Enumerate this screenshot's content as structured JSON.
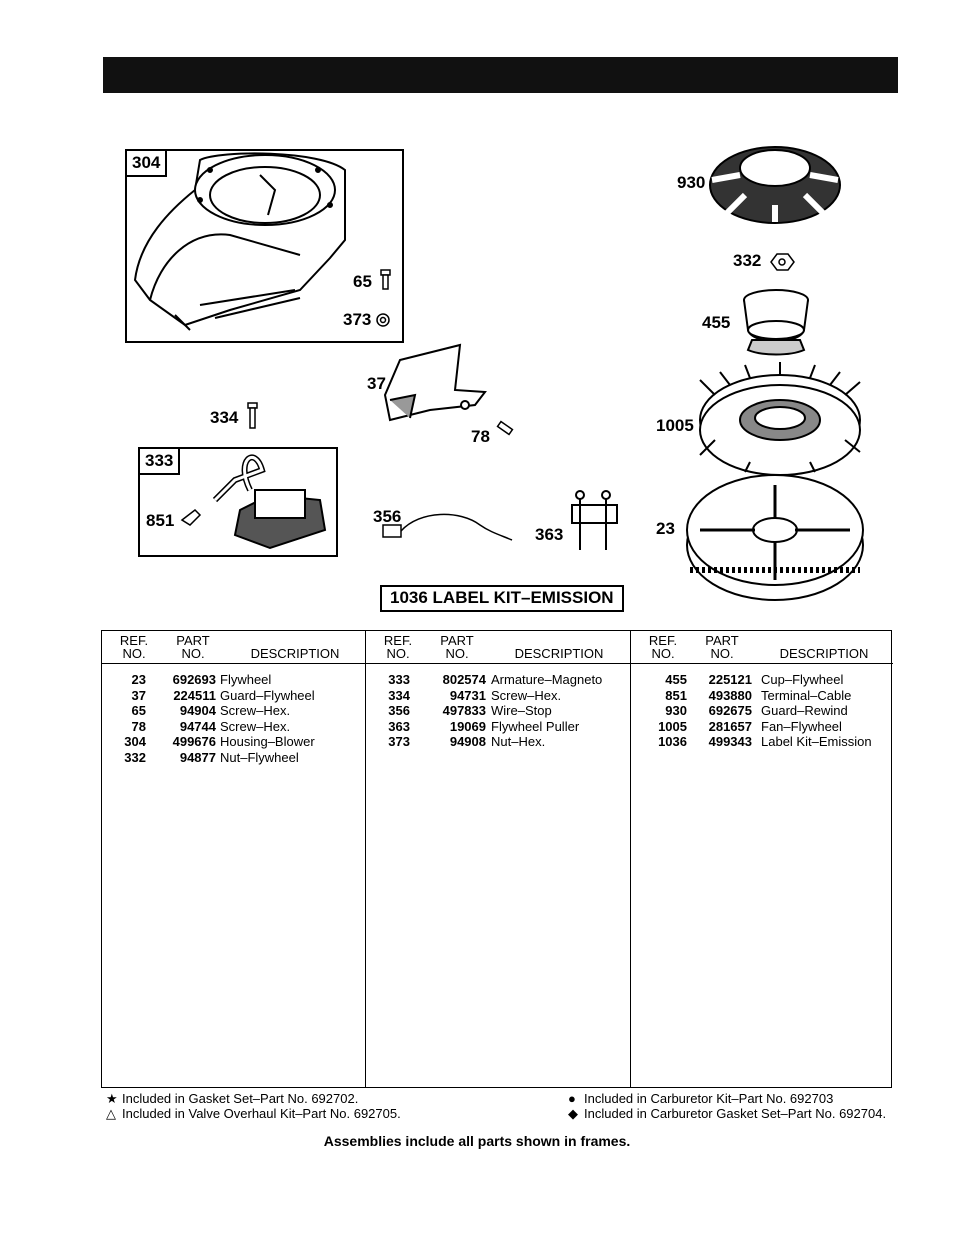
{
  "diagram": {
    "callouts": [
      "304",
      "65",
      "373",
      "930",
      "332",
      "455",
      "37",
      "334",
      "78",
      "1005",
      "333",
      "851",
      "356",
      "363",
      "23"
    ],
    "label_kit": "1036 LABEL KIT–EMISSION"
  },
  "table": {
    "headers": {
      "ref_top": "REF.",
      "ref_bottom": "NO.",
      "part_top": "PART",
      "part_bottom": "NO.",
      "desc": "DESCRIPTION"
    },
    "columns": [
      [
        {
          "ref": "23",
          "part": "692693",
          "desc": "Flywheel"
        },
        {
          "ref": "37",
          "part": "224511",
          "desc": "Guard–Flywheel"
        },
        {
          "ref": "65",
          "part": "94904",
          "desc": "Screw–Hex."
        },
        {
          "ref": "78",
          "part": "94744",
          "desc": "Screw–Hex."
        },
        {
          "ref": "304",
          "part": "499676",
          "desc": "Housing–Blower"
        },
        {
          "ref": "332",
          "part": "94877",
          "desc": "Nut–Flywheel"
        }
      ],
      [
        {
          "ref": "333",
          "part": "802574",
          "desc": "Armature–Magneto"
        },
        {
          "ref": "334",
          "part": "94731",
          "desc": "Screw–Hex."
        },
        {
          "ref": "356",
          "part": "497833",
          "desc": "Wire–Stop"
        },
        {
          "ref": "363",
          "part": "19069",
          "desc": "Flywheel Puller"
        },
        {
          "ref": "373",
          "part": "94908",
          "desc": "Nut–Hex."
        }
      ],
      [
        {
          "ref": "455",
          "part": "225121",
          "desc": "Cup–Flywheel"
        },
        {
          "ref": "851",
          "part": "493880",
          "desc": "Terminal–Cable"
        },
        {
          "ref": "930",
          "part": "692675",
          "desc": "Guard–Rewind"
        },
        {
          "ref": "1005",
          "part": "281657",
          "desc": "Fan–Flywheel"
        },
        {
          "ref": "1036",
          "part": "499343",
          "desc": "Label Kit–Emission"
        }
      ]
    ]
  },
  "footnotes": {
    "gasket": {
      "symbol": "★",
      "text": "Included in Gasket Set–Part No. 692702."
    },
    "valve": {
      "symbol": "△",
      "text": "Included in Valve Overhaul Kit–Part No. 692705."
    },
    "carb_kit": {
      "symbol": "●",
      "text": "Included in Carburetor Kit–Part No. 692703"
    },
    "carb_gasket": {
      "symbol": "◆",
      "text": "Included in Carburetor Gasket Set–Part No. 692704."
    }
  },
  "assembly_note": "Assemblies include all parts shown in frames."
}
